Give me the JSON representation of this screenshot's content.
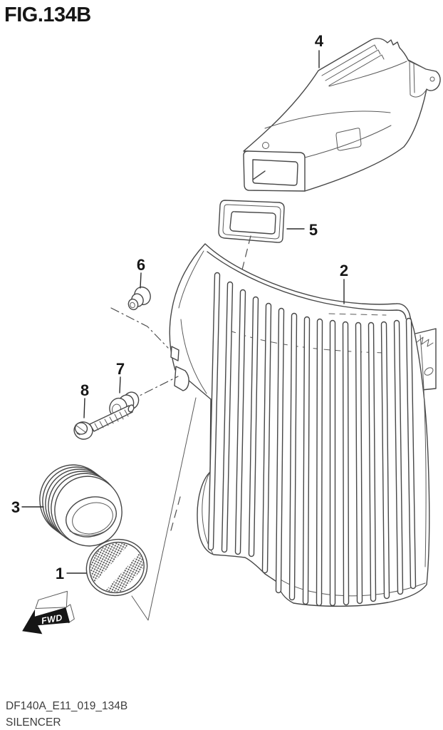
{
  "figure": {
    "title": "FIG.134B",
    "drawing_code": "DF140A_E11_019_134B",
    "caption": "SILENCER"
  },
  "direction_indicator": {
    "label": "FWD"
  },
  "callouts": [
    {
      "number": "1"
    },
    {
      "number": "2"
    },
    {
      "number": "3"
    },
    {
      "number": "4"
    },
    {
      "number": "5"
    },
    {
      "number": "6"
    },
    {
      "number": "7"
    },
    {
      "number": "8"
    }
  ],
  "colors": {
    "background": "#ffffff",
    "line_ink": "#474747",
    "label_ink": "#161616",
    "caption_ink": "#3d3d3d"
  }
}
